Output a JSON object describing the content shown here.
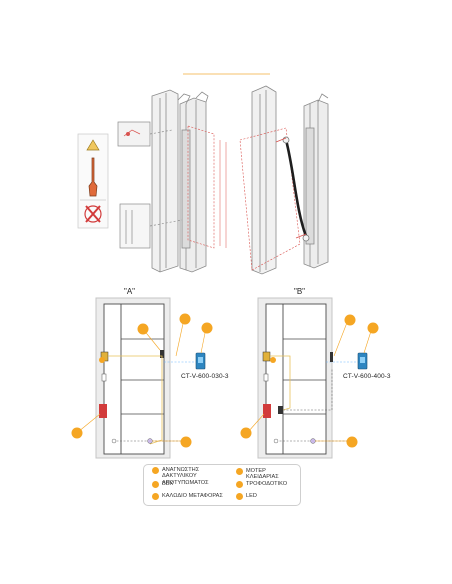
{
  "panels": {
    "a_caption": "\"A\"",
    "b_caption": "\"B\"",
    "a_model": "CT-V-600-030-3",
    "b_model": "CT-V-600-400-3"
  },
  "legend": {
    "items": [
      {
        "text": "ΑΝΑΓΝΩΣΤΗΣ ΔΑΚΤΥΛΙΚΟΥ ΑΠΟΤΥΠΩΜΑΤΟΣ",
        "icon": "orange-dot-icon"
      },
      {
        "text": "ΜΟΤΕΡ ΚΛΕΙΔΑΡΙΑΣ",
        "icon": "orange-dot-icon"
      },
      {
        "text": "ΒΒΧ",
        "icon": "orange-dot-icon"
      },
      {
        "text": "ΤΡΟΦΟΔΟΤΙΚΟ",
        "icon": "orange-dot-icon"
      },
      {
        "text": "ΚΑΛΩΔΙΟ ΜΕΤΑΦΟΡΑΣ",
        "icon": "orange-dot-icon"
      },
      {
        "text": "LED",
        "icon": "orange-dot-icon"
      }
    ]
  },
  "colors": {
    "accent_orange": "#f5a623",
    "frame_gray": "#bdbdbd",
    "door_line": "#4a4a4a",
    "dim_red": "#d9534f",
    "psu_blue": "#2e86c1",
    "reader_red": "#d23b3b",
    "cable_yellow": "#e8c15a"
  }
}
